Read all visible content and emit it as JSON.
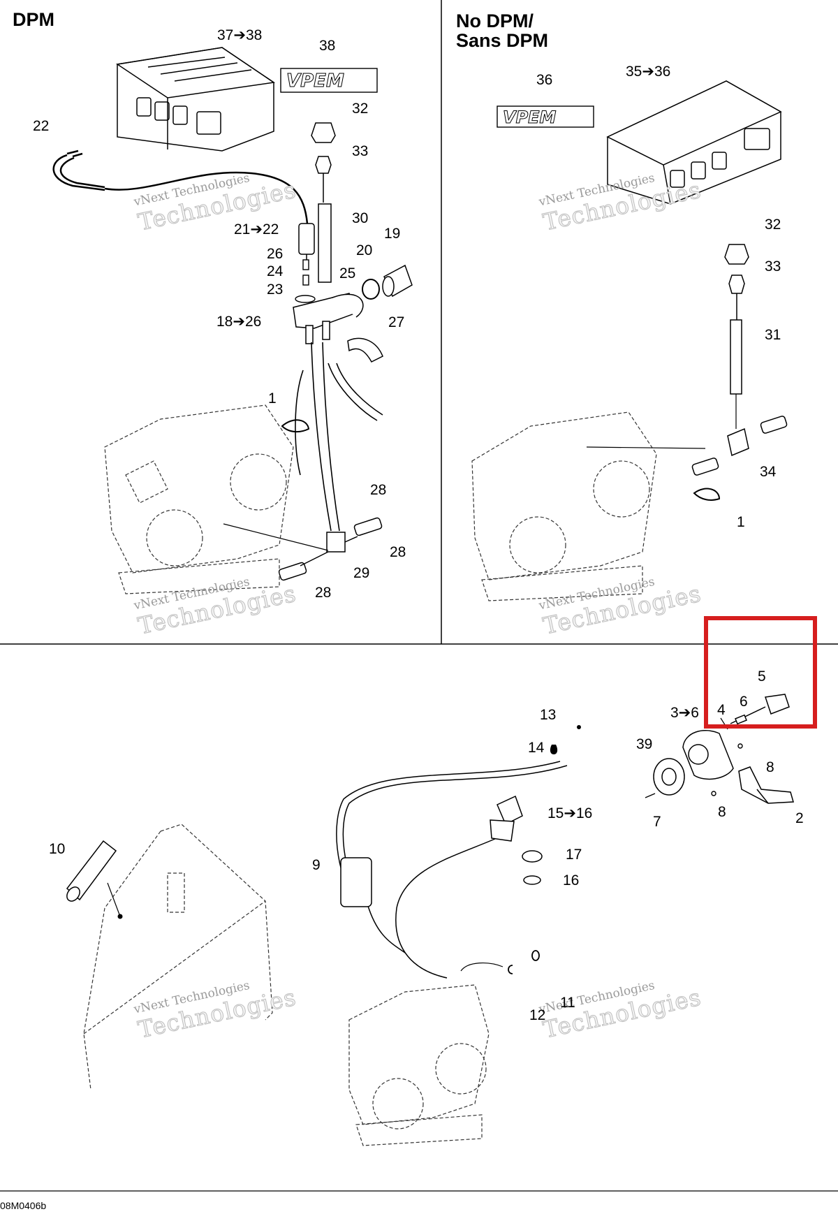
{
  "headings": {
    "dpm": "DPM",
    "no_dpm_line1": "No DPM/",
    "no_dpm_line2": "Sans DPM"
  },
  "watermark": {
    "line1": "vNext Technologies",
    "line2": "Technologies"
  },
  "callouts": {
    "c37_38": "37➔38",
    "c38": "38",
    "c32a": "32",
    "c33a": "33",
    "c22": "22",
    "c30": "30",
    "c21_22": "21➔22",
    "c19": "19",
    "c20": "20",
    "c26": "26",
    "c24": "24",
    "c25": "25",
    "c23": "23",
    "c18_26": "18➔26",
    "c27": "27",
    "c1a": "1",
    "c28a": "28",
    "c28b": "28",
    "c29": "29",
    "c28c": "28",
    "c36": "36",
    "c35_36": "35➔36",
    "c32b": "32",
    "c33b": "33",
    "c31": "31",
    "c34": "34",
    "c1b": "1",
    "c5": "5",
    "c3_6": "3➔6",
    "c4": "4",
    "c6": "6",
    "c13": "13",
    "c14": "14",
    "c39": "39",
    "c8a": "8",
    "c8b": "8",
    "c7": "7",
    "c2": "2",
    "c15_16": "15➔16",
    "c10": "10",
    "c17": "17",
    "c9": "9",
    "c16": "16",
    "c12": "12",
    "c11": "11"
  },
  "footer": "08M0406b",
  "colors": {
    "line": "#000000",
    "highlight": "#d61e1e",
    "watermark": "#bdbdbd"
  }
}
